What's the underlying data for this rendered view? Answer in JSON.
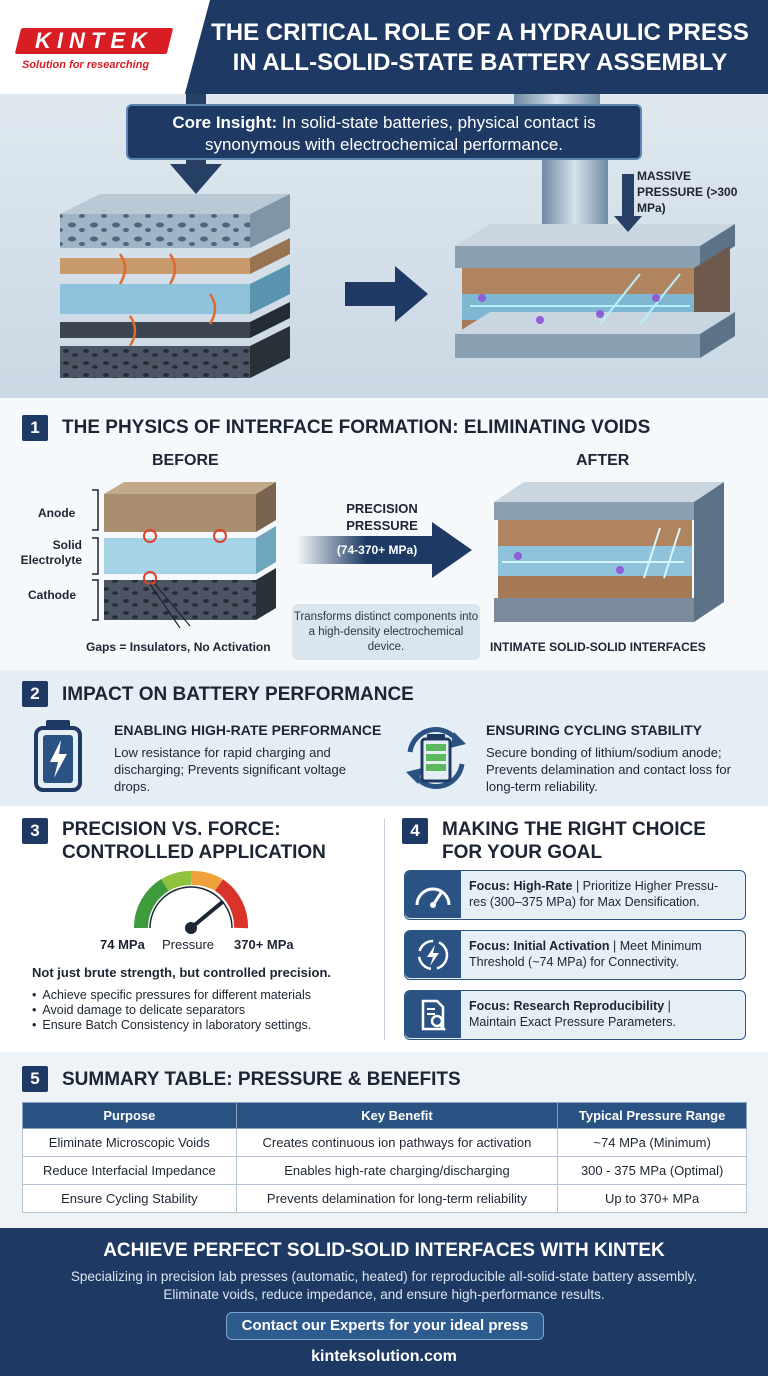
{
  "header": {
    "logo_text": "KINTEK",
    "logo_tagline": "Solution for researching",
    "title": "THE CRITICAL ROLE OF A HYDRAULIC PRESS IN ALL-SOLID-STATE BATTERY ASSEMBLY"
  },
  "hero": {
    "insight_lead": "Core Insight:",
    "insight_text": " In solid-state batteries, physical contact is synonymous with electrochemical performance.",
    "massive_pressure": "MASSIVE PRESSURE (>300 MPa)"
  },
  "section1": {
    "number": "1",
    "title": "THE PHYSICS OF INTERFACE FORMATION: ELIMINATING VOIDS",
    "before": "BEFORE",
    "after": "AFTER",
    "anode": "Anode",
    "solid_electrolyte": "Solid Electrolyte",
    "cathode": "Cathode",
    "gaps": "Gaps = Insulators, No Activation",
    "precision_pressure": "PRECISION PRESSURE",
    "pressure_range": "(74-370+ MPa)",
    "transform": "Transforms distinct components into a high-density electrochemical device.",
    "interfaces": "INTIMATE SOLID-SOLID INTERFACES"
  },
  "section2": {
    "number": "2",
    "title": "IMPACT ON BATTERY PERFORMANCE",
    "left_title": "ENABLING HIGH-RATE PERFORMANCE",
    "left_desc": "Low resistance for rapid charging and discharging; Prevents significant voltage drops.",
    "right_title": "ENSURING CYCLING STABILITY",
    "right_desc": "Secure bonding of lithium/sodium anode; Prevents delamination and contact loss for long-term reliability."
  },
  "section3": {
    "number": "3",
    "title_line1": "PRECISION VS. FORCE:",
    "title_line2": "CONTROLLED APPLICATION",
    "gauge_min": "74 MPa",
    "gauge_label": "Pressure",
    "gauge_max": "370+ MPa",
    "gauge_level": 0.78,
    "statement": "Not just brute strength, but controlled precision.",
    "bullets": [
      "Achieve specific pressures for different materials",
      "Avoid damage to delicate separators",
      "Ensure Batch Consistency in laboratory settings."
    ]
  },
  "section4": {
    "number": "4",
    "title_line1": "MAKING THE RIGHT CHOICE",
    "title_line2": "FOR YOUR GOAL",
    "cards": [
      {
        "focus": "Focus: High-Rate",
        "line1": " | Prioritize Higher Pressu-",
        "line2": "res (300–375 MPa) for Max Densification.",
        "icon": "speedometer-icon"
      },
      {
        "focus": "Focus: Initial Activation",
        "line1": " | Meet Minimum",
        "line2": "Threshold (~74 MPa) for Connectivity.",
        "icon": "activation-bolt-icon"
      },
      {
        "focus": "Focus: Research Reproducibility",
        "line1": " |",
        "line2": "Maintain Exact Pressure Parameters.",
        "icon": "document-search-icon"
      }
    ]
  },
  "section5": {
    "number": "5",
    "title": "SUMMARY TABLE: PRESSURE & BENEFITS",
    "headers": [
      "Purpose",
      "Key Benefit",
      "Typical Pressure Range"
    ],
    "rows": [
      [
        "Eliminate Microscopic Voids",
        "Creates continuous ion pathways for activation",
        "~74 MPa (Minimum)"
      ],
      [
        "Reduce Interfacial Impedance",
        "Enables high-rate charging/discharging",
        "300 - 375 MPa (Optimal)"
      ],
      [
        "Ensure Cycling Stability",
        "Prevents delamination for long-term reliability",
        "Up to 370+ MPa"
      ]
    ]
  },
  "footer": {
    "title": "ACHIEVE PERFECT SOLID-SOLID INTERFACES WITH KINTEK",
    "desc_line1": "Specializing in precision lab presses (automatic, heated) for reproducible all-solid-state battery assembly.",
    "desc_line2": "Eliminate voids, reduce impedance, and ensure high-performance results.",
    "cta": "Contact our Experts for your ideal press",
    "website": "kinteksolution.com"
  },
  "colors": {
    "navy": "#1e3a64",
    "brand_red": "#d81d25",
    "accent_blue": "#2a5282",
    "copper": "#c8996a"
  }
}
